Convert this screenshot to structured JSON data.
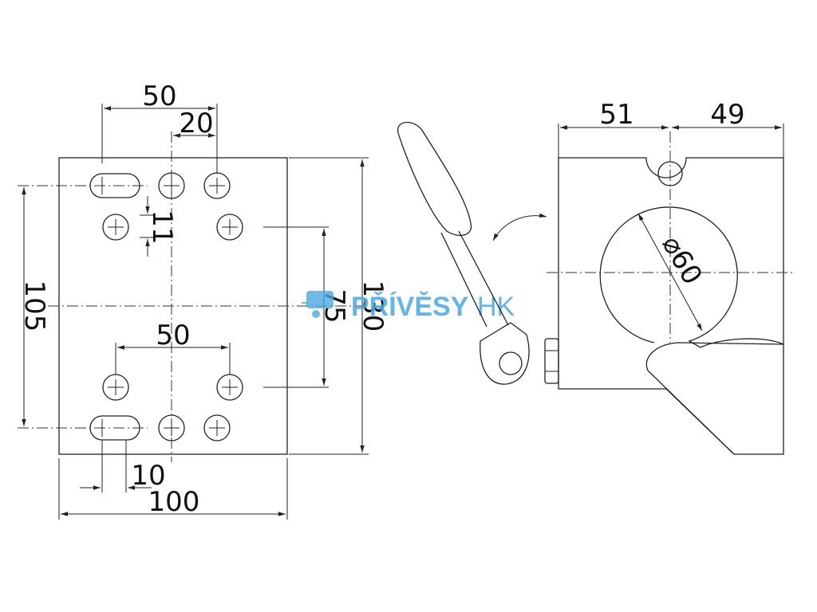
{
  "plate_view": {
    "dim_hole_spacing_top": "50",
    "dim_hole_offset": "20",
    "dim_slot_height": "11",
    "dim_vertical_spacing": "105",
    "dim_inner_vertical": "75",
    "dim_plate_height": "130",
    "dim_hole_spacing_bottom": "50",
    "dim_slot_width": "10",
    "dim_plate_width": "100"
  },
  "clamp_view": {
    "dim_left_width": "51",
    "dim_right_width": "49",
    "dim_bore_diameter": "⌀60"
  },
  "watermark": {
    "brand_main": "PŘÍVĚSY",
    "brand_suffix": "HK"
  }
}
